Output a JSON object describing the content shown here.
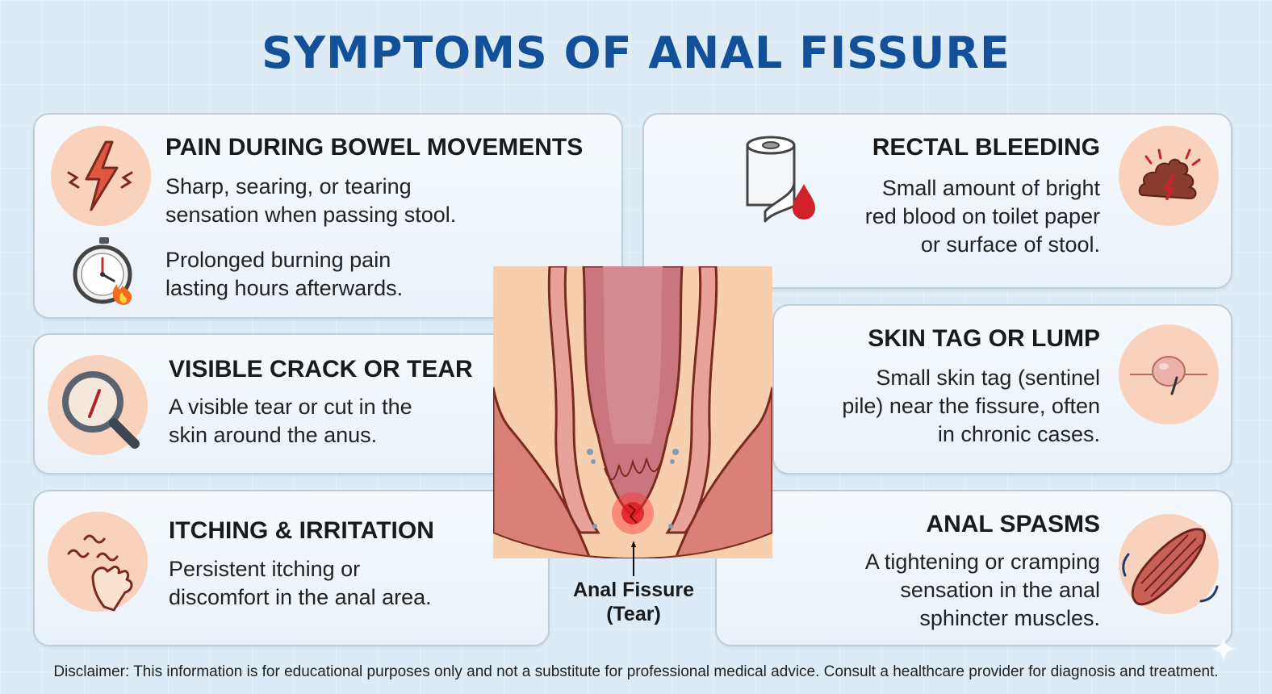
{
  "title": "SYMPTOMS OF ANAL FISSURE",
  "cards": {
    "pain": {
      "heading": "PAIN DURING BOWEL MOVEMENTS",
      "text1": "Sharp, searing, or tearing\nsensation when passing stool.",
      "text2": "Prolonged burning pain\nlasting hours afterwards.",
      "icon1": "lightning-bolt-icon",
      "icon2": "stopwatch-fire-icon"
    },
    "crack": {
      "heading": "VISIBLE CRACK OR TEAR",
      "text": "A visible tear or cut in the\nskin around the anus.",
      "icon": "magnifying-glass-icon"
    },
    "itching": {
      "heading": "ITCHING & IRRITATION",
      "text": "Persistent itching or\ndiscomfort in the anal area.",
      "icon": "scratching-hand-icon"
    },
    "bleeding": {
      "heading": "RECTAL BLEEDING",
      "text": "Small amount of bright\nred blood on toilet paper\nor surface of stool.",
      "icon1": "toilet-paper-blood-drop-icon",
      "icon2": "stool-icon"
    },
    "skin_tag": {
      "heading": "SKIN TAG OR LUMP",
      "text": "Small skin tag (sentinel\npile) near the fissure, often\nin chronic cases.",
      "icon": "skin-lump-icon"
    },
    "spasms": {
      "heading": "ANAL SPASMS",
      "text": "A tightening or cramping\nsensation in the anal\nsphincter muscles.",
      "icon": "muscle-spasm-icon"
    }
  },
  "diagram": {
    "label": "Anal Fissure\n(Tear)"
  },
  "disclaimer": "Disclaimer: This information is for educational purposes only and not a substitute for professional medical advice. Consult a healthcare provider for diagnosis and treatment.",
  "colors": {
    "title": "#12509a",
    "icon_bg": "#f8d2bd",
    "blood": "#d0202a",
    "page_bg": "#dcebf6"
  }
}
